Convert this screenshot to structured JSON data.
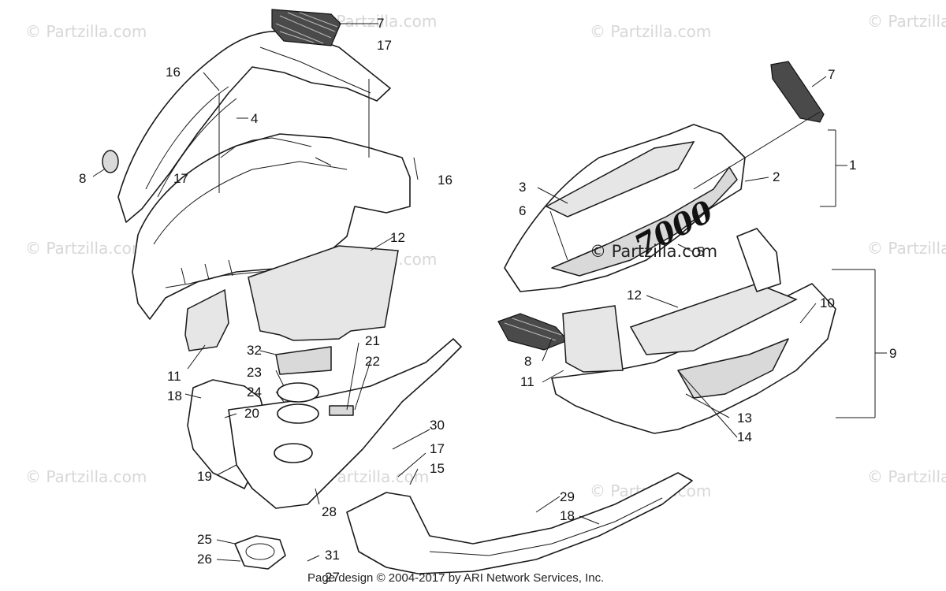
{
  "watermark": "© Partzilla.com",
  "center_brand": "© Partzilla.com",
  "footer": "Page design © 2004-2017 by ARI Network Services, Inc.",
  "hood_logo": "7000",
  "callouts": [
    "7",
    "17",
    "16",
    "4",
    "8",
    "17",
    "16",
    "12",
    "11",
    "32",
    "23",
    "24",
    "21",
    "22",
    "18",
    "20",
    "19",
    "30",
    "17",
    "15",
    "28",
    "25",
    "26",
    "31",
    "27",
    "1",
    "2",
    "3",
    "6",
    "7",
    "5",
    "12",
    "10",
    "9",
    "8",
    "11",
    "13",
    "14",
    "29",
    "18"
  ]
}
